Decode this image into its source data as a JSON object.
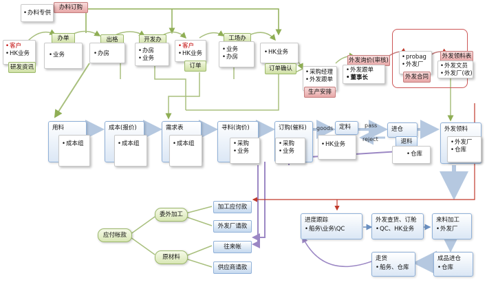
{
  "nodes": {
    "procurement_request": "办料订购",
    "office_supply": "办料专供",
    "customer_a": "客户",
    "hk_business_a": "HK业务",
    "dev_info": "研发资讯",
    "office_order": "办单",
    "business_a": "业务",
    "out_pattern": "出格",
    "office_a": "办房",
    "dev_office": "开发办",
    "office_b": "办房",
    "business_b": "业务",
    "customer_b": "客户",
    "hk_business_b": "HK业务",
    "order_tag": "订单",
    "factory_office": "工场办",
    "business_c": "业务",
    "office_c": "办房",
    "hk_business_c": "HK业务",
    "order_confirm": "订单确认",
    "purchase_manager": "采购经理",
    "outsource_followup": "外发跟单",
    "production_plan": "生产安排",
    "outsource_inquiry": "外发询价(审核)",
    "outsource_followup_b": "外发跟单",
    "chairman": "董事长",
    "probag": "probag",
    "outsource_factory_a": "外发厂",
    "outsource_contract": "外发合同",
    "outsource_material_table": "外发领料表",
    "outsource_clerk": "外发文员",
    "outsource_factory_recv": "外发厂(收)"
  },
  "flow": {
    "materials": "用料",
    "materials_cost": "成本组",
    "cost_quote": "成本(报价)",
    "cost_quote_group": "成本组",
    "demand_table": "需求表",
    "demand_group": "成本组",
    "sourcing": "寻料(询价)",
    "sourcing_purchase": "采购",
    "sourcing_business": "业务",
    "order_purchase": "订购(催料)",
    "order_purchase_a": "采购",
    "order_purchase_b": "业务",
    "goods_label": "goods",
    "fixed_material": "定料",
    "fixed_material_hk": "HK业务",
    "pass_label": "pass",
    "reject_label": "reject",
    "warehouse_in": "进仓",
    "return_material": "退料",
    "warehouse_a": "仓库",
    "outsource_pick": "外发领料",
    "outsource_pick_factory": "外发厂",
    "outsource_pick_warehouse": "仓库"
  },
  "bottom": {
    "progress_track": "进度跟踪",
    "progress_track_sub": "船务\\业务\\QC",
    "outsource_check": "外发查货、订舱",
    "outsource_check_sub": "QC、HK业务",
    "incoming_process": "来料加工",
    "incoming_process_sub": "外发厂",
    "finished_in": "成品进仓",
    "finished_in_sub": "仓库",
    "shipment": "走货",
    "shipment_sub": "船务、仓库",
    "processing_payable": "加工应付款",
    "outsource_factory_request": "外发厂请款",
    "current_account": "往来帐",
    "supplier_request": "供应商请款",
    "outsource_processing": "委外加工",
    "raw_material": "原材料",
    "accounts_payable": "应付帐款"
  },
  "colors": {
    "green_border": "#9bb86a",
    "blue_border": "#8fb0d8",
    "red_border": "#c47c7c",
    "purple_arrow": "#9b87c4",
    "red_arrow": "#c0392b"
  }
}
